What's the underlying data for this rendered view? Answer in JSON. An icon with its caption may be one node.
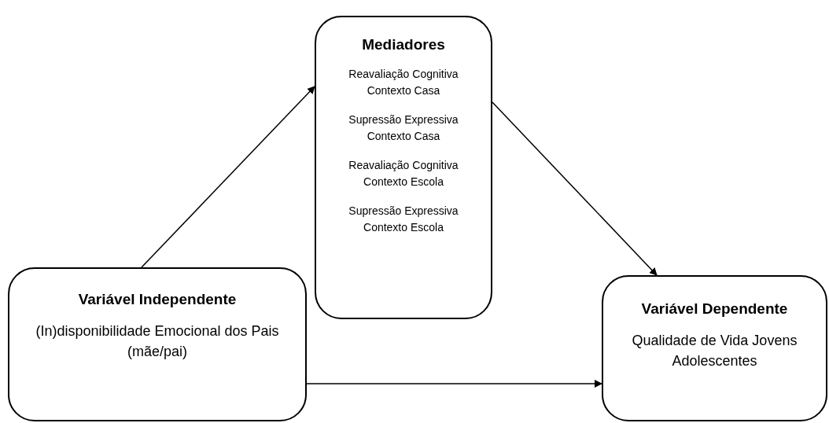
{
  "diagram": {
    "nodes": [
      {
        "text": [
          "Variável Independente",
          "(In)disponibilidade Emocional dos Pais (mãe/pai)"
        ]
      },
      {
        "text": [
          "Mediadores",
          "Reavaliação Cognitiva Contexto Casa",
          "Supressão Expressiva Contexto Casa",
          "Reavaliação Cognitiva Contexto Escola",
          "Supressão Expressiva Contexto Escola"
        ]
      },
      {
        "text": [
          "Variável Dependente",
          "Qualidade de Vida Jovens Adolescentes"
        ]
      }
    ],
    "edges": [
      {
        "from": 0,
        "to": 1,
        "arrow": "to"
      },
      {
        "from": 1,
        "to": 2,
        "arrow": "to"
      },
      {
        "from": 0,
        "to": 2,
        "arrow": "to"
      }
    ]
  }
}
